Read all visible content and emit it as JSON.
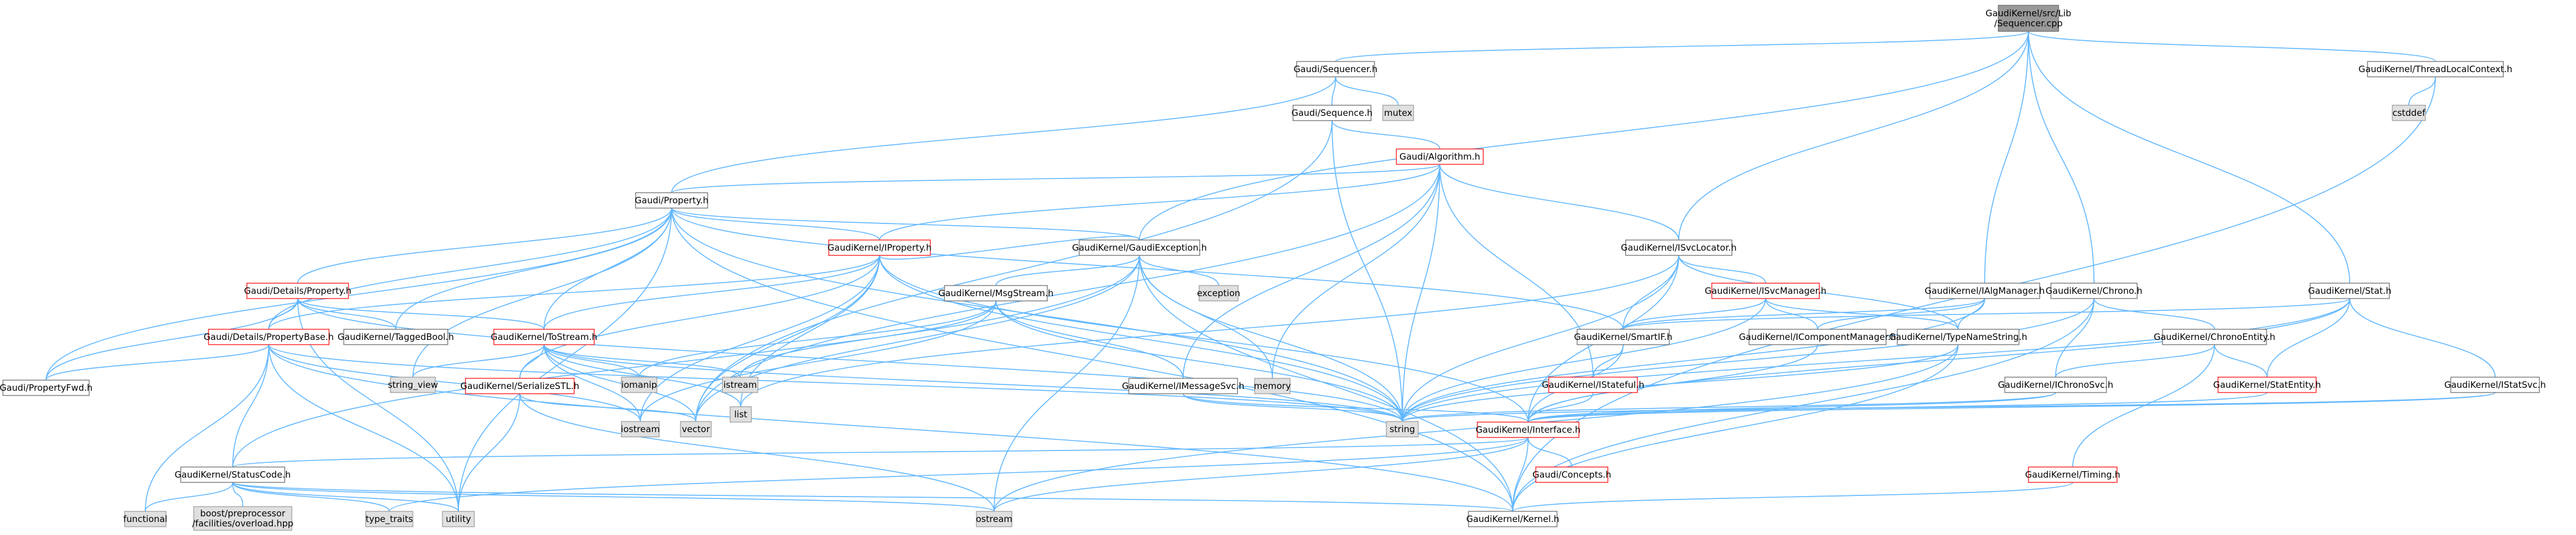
{
  "colors": {
    "edge": "#63b8ff",
    "root_fill": "#999999",
    "root_border": "#666666",
    "node_fill": "#ffffff",
    "node_border": "#666666",
    "truncated_border": "#ff0000",
    "external_fill": "#e0e0e0",
    "external_border": "#999999",
    "text": "#000000",
    "truncated_text": "#000000"
  },
  "nodes": [
    {
      "id": "root",
      "label": "GaudiKernel/src/Lib\n/Sequencer.cpp",
      "kind": "root"
    },
    {
      "id": "seq_h",
      "label": "Gaudi/Sequencer.h",
      "kind": "normal"
    },
    {
      "id": "mutex",
      "label": "mutex",
      "kind": "external"
    },
    {
      "id": "sequence_h",
      "label": "Gaudi/Sequence.h",
      "kind": "normal"
    },
    {
      "id": "algorithm_h",
      "label": "Gaudi/Algorithm.h",
      "kind": "truncated"
    },
    {
      "id": "property_h",
      "label": "Gaudi/Property.h",
      "kind": "normal"
    },
    {
      "id": "iproperty_h",
      "label": "GaudiKernel/IProperty.h",
      "kind": "truncated"
    },
    {
      "id": "details_property_h",
      "label": "Gaudi/Details/Property.h",
      "kind": "truncated"
    },
    {
      "id": "details_propertybase_h",
      "label": "Gaudi/Details/PropertyBase.h",
      "kind": "truncated"
    },
    {
      "id": "propertyfwd_h",
      "label": "Gaudi/PropertyFwd.h",
      "kind": "normal"
    },
    {
      "id": "taggedbool_h",
      "label": "GaudiKernel/TaggedBool.h",
      "kind": "normal"
    },
    {
      "id": "tostream_h",
      "label": "GaudiKernel/ToStream.h",
      "kind": "truncated"
    },
    {
      "id": "serializestl_h",
      "label": "GaudiKernel/SerializeSTL.h",
      "kind": "truncated"
    },
    {
      "id": "string_view",
      "label": "string_view",
      "kind": "external"
    },
    {
      "id": "iomanip",
      "label": "iomanip",
      "kind": "external"
    },
    {
      "id": "iostream",
      "label": "iostream",
      "kind": "external"
    },
    {
      "id": "vector",
      "label": "vector",
      "kind": "external"
    },
    {
      "id": "list",
      "label": "list",
      "kind": "external"
    },
    {
      "id": "string",
      "label": "string",
      "kind": "external"
    },
    {
      "id": "istream",
      "label": "istream",
      "kind": "external"
    },
    {
      "id": "statuscode_h",
      "label": "GaudiKernel/StatusCode.h",
      "kind": "normal"
    },
    {
      "id": "functional",
      "label": "functional",
      "kind": "external"
    },
    {
      "id": "boost_overload",
      "label": "boost/preprocessor\n/facilities/overload.hpp",
      "kind": "external"
    },
    {
      "id": "type_traits",
      "label": "type_traits",
      "kind": "external"
    },
    {
      "id": "utility",
      "label": "utility",
      "kind": "external"
    },
    {
      "id": "ostream",
      "label": "ostream",
      "kind": "external"
    },
    {
      "id": "kernel_h",
      "label": "GaudiKernel/Kernel.h",
      "kind": "normal"
    },
    {
      "id": "gaudiexception_h",
      "label": "GaudiKernel/GaudiException.h",
      "kind": "normal"
    },
    {
      "id": "msgstream_h",
      "label": "GaudiKernel/MsgStream.h",
      "kind": "normal"
    },
    {
      "id": "exception",
      "label": "exception",
      "kind": "external"
    },
    {
      "id": "memory",
      "label": "memory",
      "kind": "external"
    },
    {
      "id": "imessagesvc_h",
      "label": "GaudiKernel/IMessageSvc.h",
      "kind": "normal"
    },
    {
      "id": "interface_h",
      "label": "GaudiKernel/Interface.h",
      "kind": "truncated"
    },
    {
      "id": "concepts_h",
      "label": "Gaudi/Concepts.h",
      "kind": "truncated"
    },
    {
      "id": "isvclocator_h",
      "label": "GaudiKernel/ISvcLocator.h",
      "kind": "normal"
    },
    {
      "id": "isvcmanager_h",
      "label": "GaudiKernel/ISvcManager.h",
      "kind": "truncated"
    },
    {
      "id": "smartif_h",
      "label": "GaudiKernel/SmartIF.h",
      "kind": "normal"
    },
    {
      "id": "icomponentmanager_h",
      "label": "GaudiKernel/IComponentManager.h",
      "kind": "normal"
    },
    {
      "id": "typenamestring_h",
      "label": "GaudiKernel/TypeNameString.h",
      "kind": "normal"
    },
    {
      "id": "istateful_h",
      "label": "GaudiKernel/IStateful.h",
      "kind": "truncated"
    },
    {
      "id": "ialgmanager_h",
      "label": "GaudiKernel/IAlgManager.h",
      "kind": "normal"
    },
    {
      "id": "chrono_h",
      "label": "GaudiKernel/Chrono.h",
      "kind": "normal"
    },
    {
      "id": "chronoentity_h",
      "label": "GaudiKernel/ChronoEntity.h",
      "kind": "normal"
    },
    {
      "id": "ichronosvc_h",
      "label": "GaudiKernel/IChronoSvc.h",
      "kind": "normal"
    },
    {
      "id": "timing_h",
      "label": "GaudiKernel/Timing.h",
      "kind": "truncated"
    },
    {
      "id": "stat_h",
      "label": "GaudiKernel/Stat.h",
      "kind": "normal"
    },
    {
      "id": "statentity_h",
      "label": "GaudiKernel/StatEntity.h",
      "kind": "truncated"
    },
    {
      "id": "istatsvc_h",
      "label": "GaudiKernel/IStatSvc.h",
      "kind": "normal"
    },
    {
      "id": "threadlocalcontext_h",
      "label": "GaudiKernel/ThreadLocalContext.h",
      "kind": "normal"
    },
    {
      "id": "cstddef",
      "label": "cstddef",
      "kind": "external"
    }
  ],
  "edges": [
    [
      "root",
      "seq_h"
    ],
    [
      "root",
      "gaudiexception_h"
    ],
    [
      "root",
      "isvclocator_h"
    ],
    [
      "root",
      "ialgmanager_h"
    ],
    [
      "root",
      "chrono_h"
    ],
    [
      "root",
      "stat_h"
    ],
    [
      "root",
      "threadlocalcontext_h"
    ],
    [
      "seq_h",
      "sequence_h"
    ],
    [
      "seq_h",
      "mutex"
    ],
    [
      "seq_h",
      "property_h"
    ],
    [
      "sequence_h",
      "algorithm_h"
    ],
    [
      "sequence_h",
      "string"
    ],
    [
      "sequence_h",
      "vector"
    ],
    [
      "algorithm_h",
      "property_h"
    ],
    [
      "algorithm_h",
      "iproperty_h"
    ],
    [
      "algorithm_h",
      "isvclocator_h"
    ],
    [
      "algorithm_h",
      "istateful_h"
    ],
    [
      "algorithm_h",
      "memory"
    ],
    [
      "algorithm_h",
      "string"
    ],
    [
      "algorithm_h",
      "vector"
    ],
    [
      "algorithm_h",
      "imessagesvc_h"
    ],
    [
      "property_h",
      "details_property_h"
    ],
    [
      "property_h",
      "details_propertybase_h"
    ],
    [
      "property_h",
      "iproperty_h"
    ],
    [
      "property_h",
      "smartif_h"
    ],
    [
      "property_h",
      "taggedbool_h"
    ],
    [
      "property_h",
      "tostream_h"
    ],
    [
      "property_h",
      "string"
    ],
    [
      "property_h",
      "utility"
    ],
    [
      "property_h",
      "kernel_h"
    ],
    [
      "property_h",
      "propertyfwd_h"
    ],
    [
      "property_h",
      "gaudiexception_h"
    ],
    [
      "property_h",
      "string_view"
    ],
    [
      "iproperty_h",
      "details_propertybase_h"
    ],
    [
      "iproperty_h",
      "gaudiexception_h"
    ],
    [
      "iproperty_h",
      "interface_h"
    ],
    [
      "iproperty_h",
      "tostream_h"
    ],
    [
      "iproperty_h",
      "iostream"
    ],
    [
      "iproperty_h",
      "string"
    ],
    [
      "iproperty_h",
      "vector"
    ],
    [
      "iproperty_h",
      "list"
    ],
    [
      "iproperty_h",
      "serializestl_h"
    ],
    [
      "details_property_h",
      "details_propertybase_h"
    ],
    [
      "details_property_h",
      "taggedbool_h"
    ],
    [
      "details_property_h",
      "tostream_h"
    ],
    [
      "details_property_h",
      "propertyfwd_h"
    ],
    [
      "details_property_h",
      "utility"
    ],
    [
      "details_property_h",
      "string"
    ],
    [
      "details_propertybase_h",
      "propertyfwd_h"
    ],
    [
      "details_propertybase_h",
      "statuscode_h"
    ],
    [
      "details_propertybase_h",
      "functional"
    ],
    [
      "details_propertybase_h",
      "iostream"
    ],
    [
      "details_propertybase_h",
      "string"
    ],
    [
      "details_propertybase_h",
      "utility"
    ],
    [
      "details_propertybase_h",
      "kernel_h"
    ],
    [
      "tostream_h",
      "serializestl_h"
    ],
    [
      "tostream_h",
      "iomanip"
    ],
    [
      "tostream_h",
      "iostream"
    ],
    [
      "tostream_h",
      "string"
    ],
    [
      "tostream_h",
      "istream"
    ],
    [
      "tostream_h",
      "list"
    ],
    [
      "tostream_h",
      "vector"
    ],
    [
      "tostream_h",
      "string_view"
    ],
    [
      "serializestl_h",
      "ostream"
    ],
    [
      "serializestl_h",
      "utility"
    ],
    [
      "serializestl_h",
      "vector"
    ],
    [
      "statuscode_h",
      "functional"
    ],
    [
      "statuscode_h",
      "boost_overload"
    ],
    [
      "statuscode_h",
      "type_traits"
    ],
    [
      "statuscode_h",
      "utility"
    ],
    [
      "statuscode_h",
      "ostream"
    ],
    [
      "statuscode_h",
      "kernel_h"
    ],
    [
      "gaudiexception_h",
      "msgstream_h"
    ],
    [
      "gaudiexception_h",
      "statuscode_h"
    ],
    [
      "gaudiexception_h",
      "exception"
    ],
    [
      "gaudiexception_h",
      "memory"
    ],
    [
      "gaudiexception_h",
      "string"
    ],
    [
      "gaudiexception_h",
      "ostream"
    ],
    [
      "gaudiexception_h",
      "kernel_h"
    ],
    [
      "gaudiexception_h",
      "vector"
    ],
    [
      "msgstream_h",
      "imessagesvc_h"
    ],
    [
      "msgstream_h",
      "iomanip"
    ],
    [
      "msgstream_h",
      "istream"
    ],
    [
      "msgstream_h",
      "string"
    ],
    [
      "msgstream_h",
      "iostream"
    ],
    [
      "imessagesvc_h",
      "interface_h"
    ],
    [
      "imessagesvc_h",
      "string"
    ],
    [
      "interface_h",
      "concepts_h"
    ],
    [
      "interface_h",
      "statuscode_h"
    ],
    [
      "interface_h",
      "kernel_h"
    ],
    [
      "interface_h",
      "ostream"
    ],
    [
      "interface_h",
      "type_traits"
    ],
    [
      "isvclocator_h",
      "isvcmanager_h"
    ],
    [
      "isvclocator_h",
      "smartif_h"
    ],
    [
      "isvclocator_h",
      "typenamestring_h"
    ],
    [
      "isvclocator_h",
      "interface_h"
    ],
    [
      "isvclocator_h",
      "string"
    ],
    [
      "isvclocator_h",
      "list"
    ],
    [
      "isvcmanager_h",
      "icomponentmanager_h"
    ],
    [
      "isvcmanager_h",
      "smartif_h"
    ],
    [
      "isvcmanager_h",
      "typenamestring_h"
    ],
    [
      "isvcmanager_h",
      "string"
    ],
    [
      "smartif_h",
      "istateful_h"
    ],
    [
      "smartif_h",
      "interface_h"
    ],
    [
      "icomponentmanager_h",
      "interface_h"
    ],
    [
      "typenamestring_h",
      "string"
    ],
    [
      "typenamestring_h",
      "kernel_h"
    ],
    [
      "typenamestring_h",
      "ostream"
    ],
    [
      "istateful_h",
      "interface_h"
    ],
    [
      "ialgmanager_h",
      "icomponentmanager_h"
    ],
    [
      "ialgmanager_h",
      "smartif_h"
    ],
    [
      "ialgmanager_h",
      "typenamestring_h"
    ],
    [
      "ialgmanager_h",
      "string"
    ],
    [
      "chrono_h",
      "chronoentity_h"
    ],
    [
      "chrono_h",
      "ichronosvc_h"
    ],
    [
      "chrono_h",
      "string"
    ],
    [
      "chrono_h",
      "kernel_h"
    ],
    [
      "chronoentity_h",
      "timing_h"
    ],
    [
      "chronoentity_h",
      "statentity_h"
    ],
    [
      "chronoentity_h",
      "ichronosvc_h"
    ],
    [
      "ichronosvc_h",
      "interface_h"
    ],
    [
      "ichronosvc_h",
      "string"
    ],
    [
      "timing_h",
      "kernel_h"
    ],
    [
      "stat_h",
      "statentity_h"
    ],
    [
      "stat_h",
      "istatsvc_h"
    ],
    [
      "stat_h",
      "smartif_h"
    ],
    [
      "stat_h",
      "string"
    ],
    [
      "stat_h",
      "interface_h"
    ],
    [
      "statentity_h",
      "interface_h"
    ],
    [
      "istatsvc_h",
      "interface_h"
    ],
    [
      "istatsvc_h",
      "string"
    ],
    [
      "threadlocalcontext_h",
      "cstddef"
    ],
    [
      "threadlocalcontext_h",
      "kernel_h"
    ]
  ]
}
